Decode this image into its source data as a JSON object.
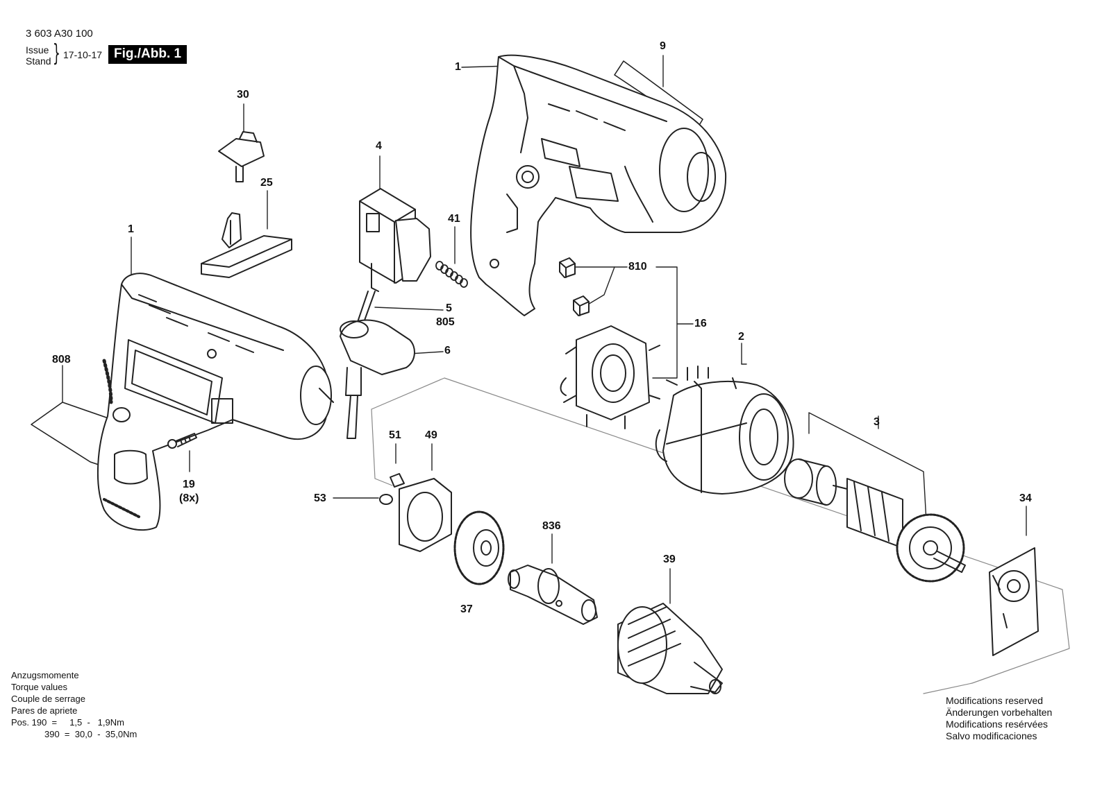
{
  "header": {
    "part_number": "3 603 A30 100",
    "issue_label": "Issue",
    "stand_label": "Stand",
    "date": "17-10-17",
    "figure_label": "Fig./Abb. 1"
  },
  "callouts": {
    "c1_top": "1",
    "c9": "9",
    "c30": "30",
    "c25": "25",
    "c4": "4",
    "c41": "41",
    "c1_left": "1",
    "c810": "810",
    "c5": "5",
    "c805": "805",
    "c16": "16",
    "c6": "6",
    "c808": "808",
    "c2": "2",
    "c3": "3",
    "c51": "51",
    "c49": "49",
    "c19": "19",
    "c19_qty": "(8x)",
    "c53": "53",
    "c34": "34",
    "c836": "836",
    "c39": "39",
    "c37": "37"
  },
  "torque": {
    "title_de": "Anzugsmomente",
    "title_en": "Torque values",
    "title_fr": "Couple de serrage",
    "title_es": "Pares de apriete",
    "row1": "Pos. 190  =     1,5  -   1,9Nm",
    "row2": "390  =  30,0  -  35,0Nm"
  },
  "modifications": {
    "en": "Modifications reserved",
    "de": "Änderungen vorbehalten",
    "fr": "Modifications resérvées",
    "es": "Salvo modificaciones"
  }
}
